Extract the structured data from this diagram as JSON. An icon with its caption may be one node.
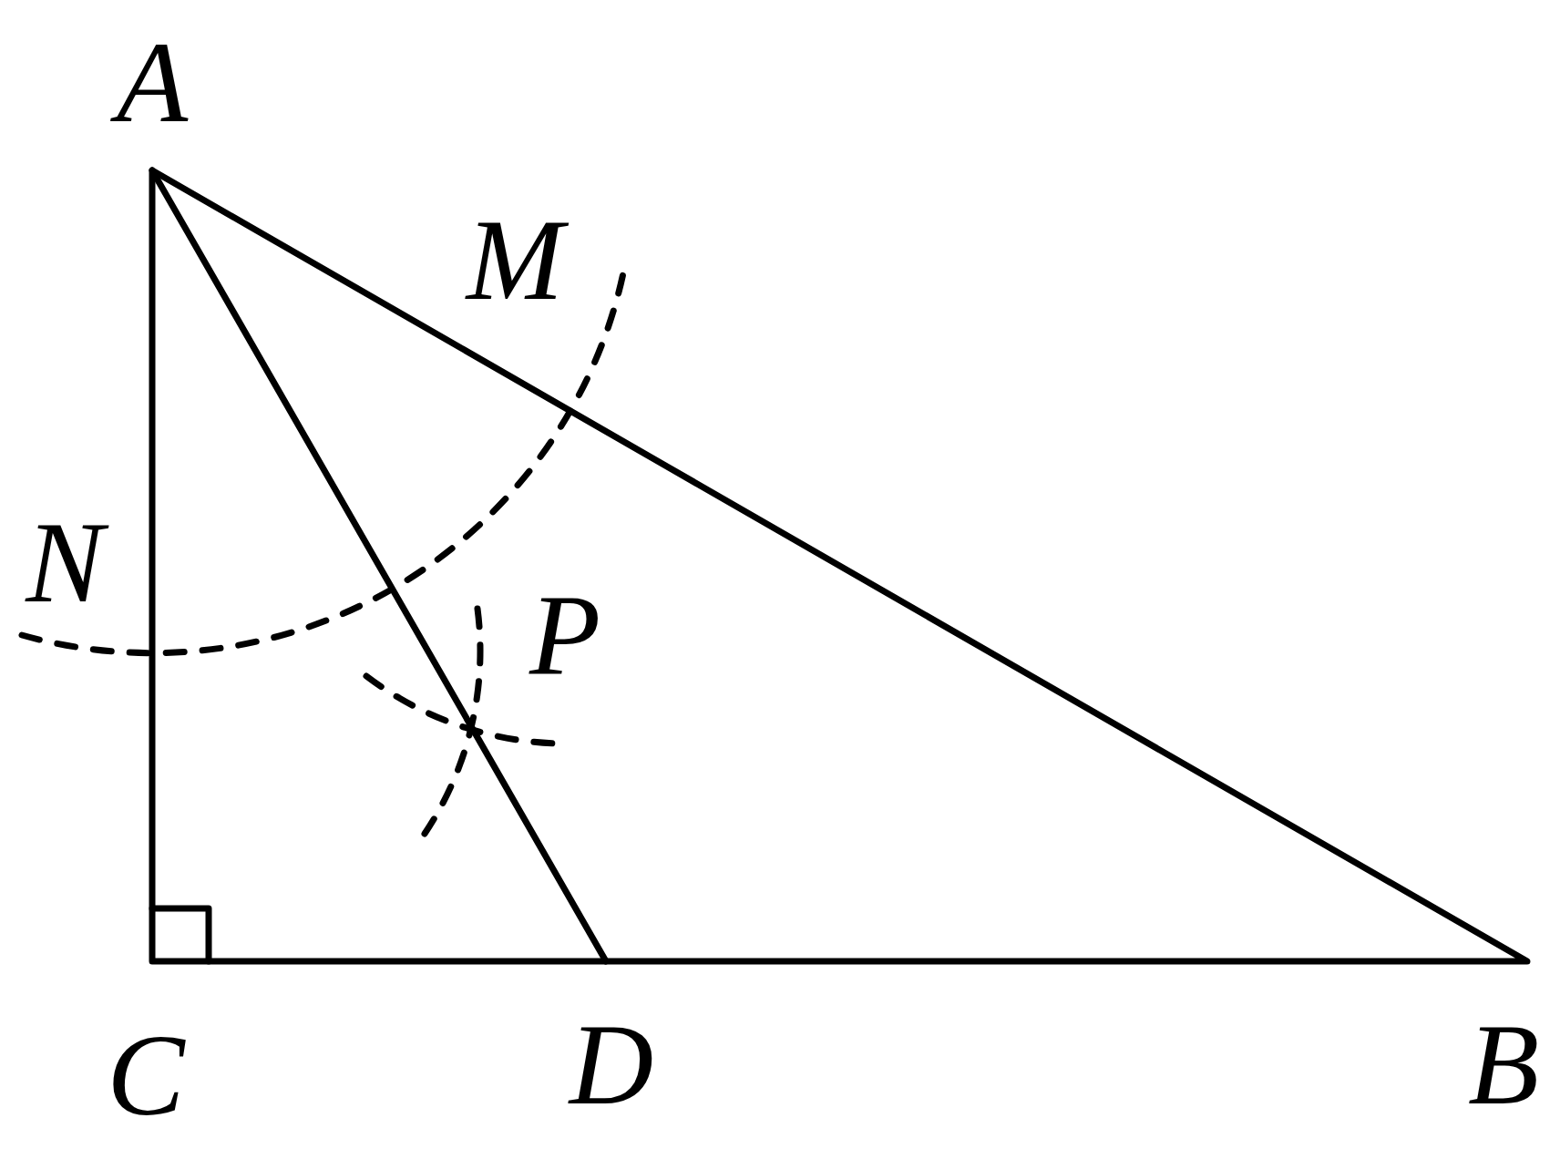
{
  "diagram": {
    "labels": [
      "A",
      "M",
      "N",
      "P",
      "C",
      "D",
      "B"
    ]
  }
}
